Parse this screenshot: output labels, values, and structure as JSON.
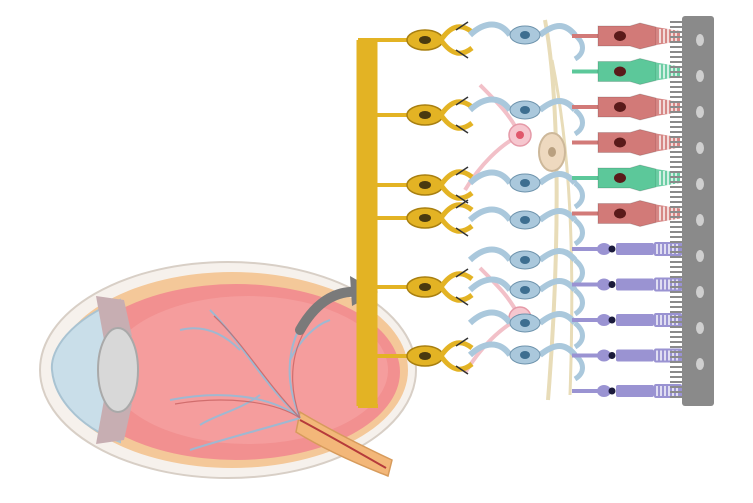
{
  "diagram": {
    "colors": {
      "background": "#ffffff",
      "ganglion_axon": "#e3b324",
      "ganglion_outline": "#a87f10",
      "bipolar_cell": "#aac8dc",
      "bipolar_outline": "#6f94ad",
      "amacrine_cell": "#f2c0c8",
      "horizontal_cell": "#e8dcb8",
      "cone_red": "#d27a78",
      "cone_green": "#5cc89a",
      "rod": "#9a93d2",
      "pigment_epithelium": "#7d7d7d",
      "eye_retina": "#f08d8d",
      "eye_sclera": "#f5f0ea",
      "eye_choroid": "#f3c89a",
      "eye_cornea": "#c8dde8",
      "eye_vessels": "#9fb6cf",
      "optic_nerve": "#f2b87a",
      "arrow": "#7a7a7a"
    },
    "photoreceptors": [
      {
        "type": "cone",
        "color": "red"
      },
      {
        "type": "cone",
        "color": "green"
      },
      {
        "type": "cone",
        "color": "red"
      },
      {
        "type": "cone",
        "color": "red"
      },
      {
        "type": "cone",
        "color": "green"
      },
      {
        "type": "cone",
        "color": "red"
      },
      {
        "type": "rod",
        "color": "violet"
      },
      {
        "type": "rod",
        "color": "violet"
      },
      {
        "type": "rod",
        "color": "violet"
      },
      {
        "type": "rod",
        "color": "violet"
      },
      {
        "type": "rod",
        "color": "violet"
      }
    ],
    "ganglion_cell_count": 6,
    "bipolar_cell_count": 8,
    "icons": {
      "eye": "eye-cross-section-icon",
      "arrow": "zoom-arrow-icon",
      "retina": "retina-layers-icon"
    }
  }
}
